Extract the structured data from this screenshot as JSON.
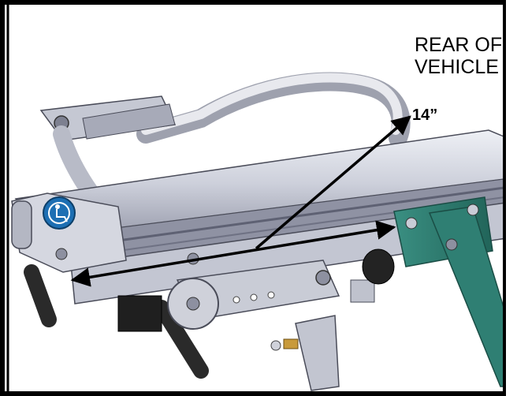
{
  "diagram": {
    "callout_line1": "REAR OF",
    "callout_line2": "VEHICLE",
    "dimension_label": "14”"
  },
  "colors": {
    "frame_border": "#000000",
    "rail_light": "#d9dbe3",
    "rail_mid": "#b3b6c4",
    "rail_dark": "#5e6173",
    "bracket_green": "#2f7f73",
    "grip_black": "#2a2a2a",
    "arrow": "#000000",
    "brass": "#c89a3a"
  },
  "icons": {
    "wheelchair_decal": "wheelchair-icon"
  }
}
